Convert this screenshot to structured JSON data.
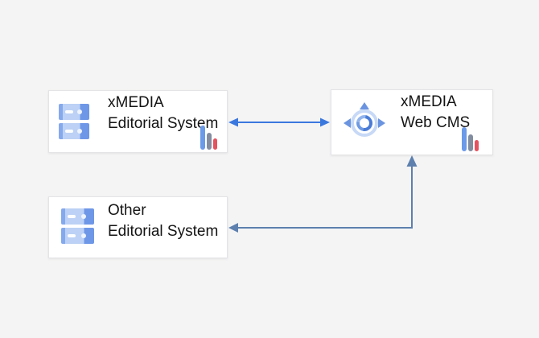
{
  "background_color": "#f4f4f5",
  "nodes": [
    {
      "id": "xmedia-editorial-system",
      "line1": "xMEDIA",
      "line2": "Editorial System",
      "icon": "server-icon",
      "badge": "bar-chart-icon"
    },
    {
      "id": "xmedia-web-cms",
      "line1": "xMEDIA",
      "line2": "Web CMS",
      "icon": "webcam-icon",
      "badge": "bar-chart-icon"
    },
    {
      "id": "other-editorial-system",
      "line1": "Other",
      "line2": "Editorial System",
      "icon": "server-icon",
      "badge": null
    }
  ],
  "edges": [
    {
      "from": "xmedia-editorial-system",
      "to": "xmedia-web-cms",
      "style": "bidirectional-horizontal",
      "color": "#3b78de"
    },
    {
      "from": "xmedia-web-cms",
      "to": "other-editorial-system",
      "style": "bidirectional-elbow",
      "color": "#5d80ae"
    }
  ],
  "colors": {
    "node_background": "#ffffff",
    "node_border": "#e4e4e7",
    "text": "#141414",
    "server_icon_light": "#bcd1f5",
    "server_icon_dark": "#6f97e7",
    "cms_ring_light": "#c7d9f6",
    "cms_ring_dark": "#4a7cd6",
    "bar_blue": "#6b9ae8",
    "bar_gray": "#828da0",
    "bar_red": "#e4525f"
  }
}
